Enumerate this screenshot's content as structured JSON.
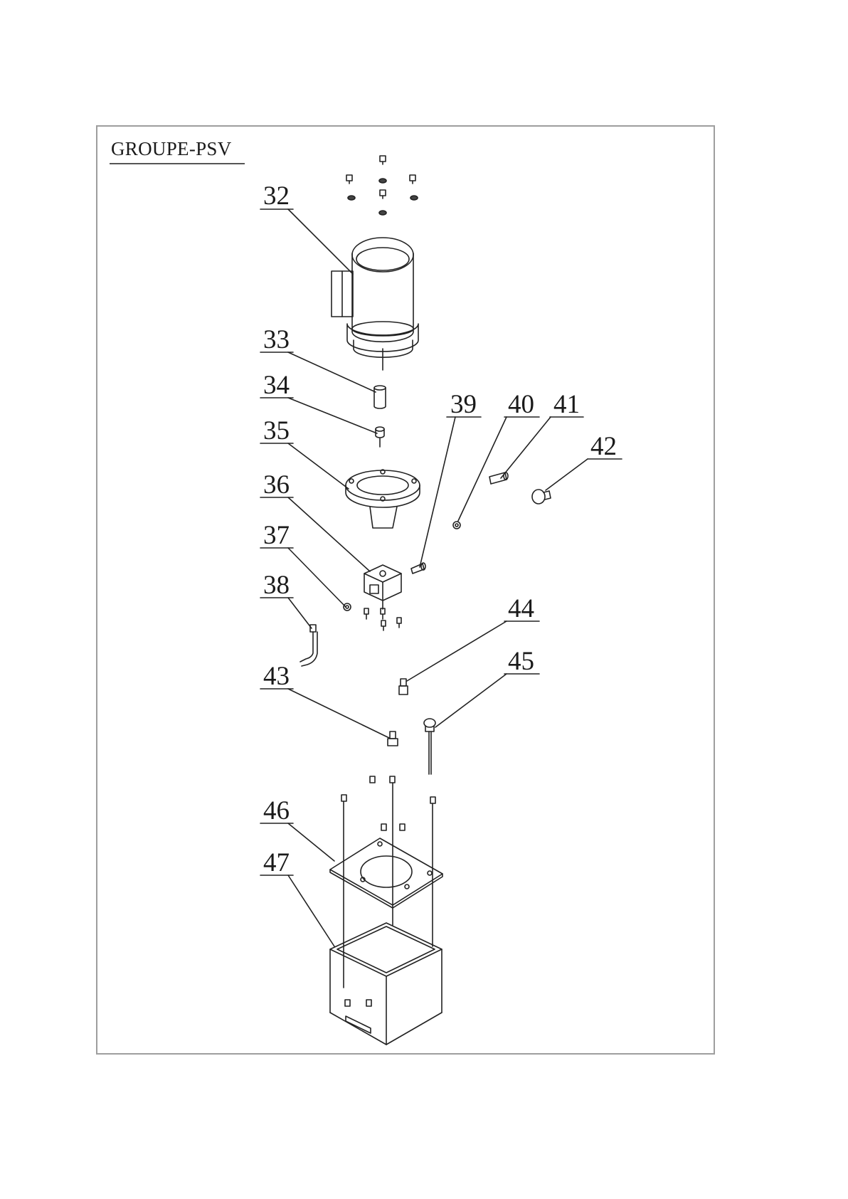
{
  "drawing_title": "GROUPE-PSV",
  "callouts": [
    "32",
    "33",
    "34",
    "35",
    "36",
    "37",
    "38",
    "39",
    "40",
    "41",
    "42",
    "43",
    "44",
    "45",
    "46",
    "47"
  ]
}
